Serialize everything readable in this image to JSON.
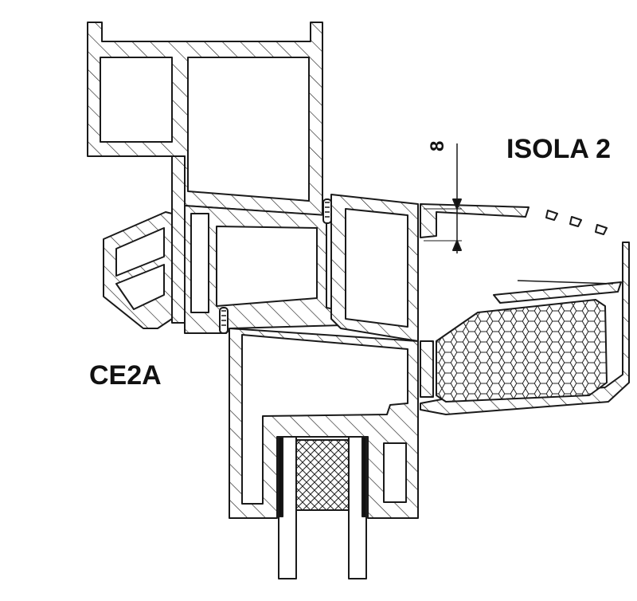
{
  "labels": {
    "right_profile": "ISOLA 2",
    "left_profile": "CE2A",
    "dimension": "8"
  },
  "colors": {
    "line": "#1a1a1a",
    "background": "#ffffff"
  }
}
